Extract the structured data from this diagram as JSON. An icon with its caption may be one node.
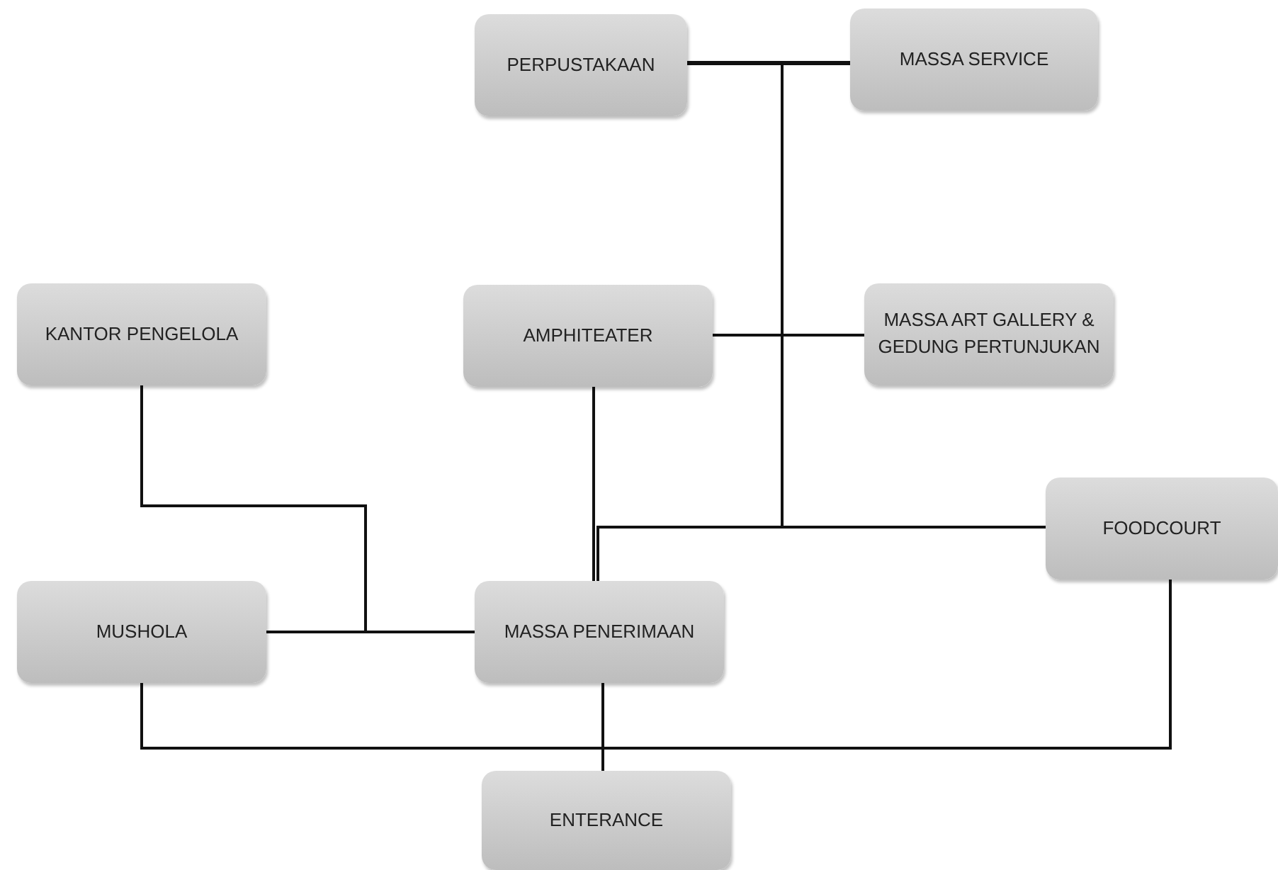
{
  "diagram": {
    "nodes": [
      {
        "text": [
          "PERPUSTAKAAN"
        ]
      },
      {
        "text": [
          "MASSA SERVICE"
        ]
      },
      {
        "text": [
          "KANTOR PENGELOLA"
        ]
      },
      {
        "text": [
          "AMPHITEATER"
        ]
      },
      {
        "text": [
          "MASSA ART GALLERY & GEDUNG PERTUNJUKAN"
        ]
      },
      {
        "text": [
          "FOODCOURT"
        ]
      },
      {
        "text": [
          "MUSHOLA"
        ]
      },
      {
        "text": [
          "MASSA PENERIMAAN"
        ]
      },
      {
        "text": [
          "ENTERANCE"
        ]
      }
    ],
    "edges": [
      {
        "from": 0,
        "to": 1,
        "arrow": "none"
      },
      {
        "from": 3,
        "to": 4,
        "arrow": "none"
      },
      {
        "from": 3,
        "to": 7,
        "arrow": "none"
      },
      {
        "from": 7,
        "to": 5,
        "arrow": "none"
      },
      {
        "from": 0,
        "to": 5,
        "arrow": "none"
      },
      {
        "from": 1,
        "to": 5,
        "arrow": "none"
      },
      {
        "from": 2,
        "to": 7,
        "arrow": "none"
      },
      {
        "from": 6,
        "to": 7,
        "arrow": "none"
      },
      {
        "from": 6,
        "to": 5,
        "arrow": "none"
      },
      {
        "from": 7,
        "to": 8,
        "arrow": "none"
      }
    ]
  }
}
